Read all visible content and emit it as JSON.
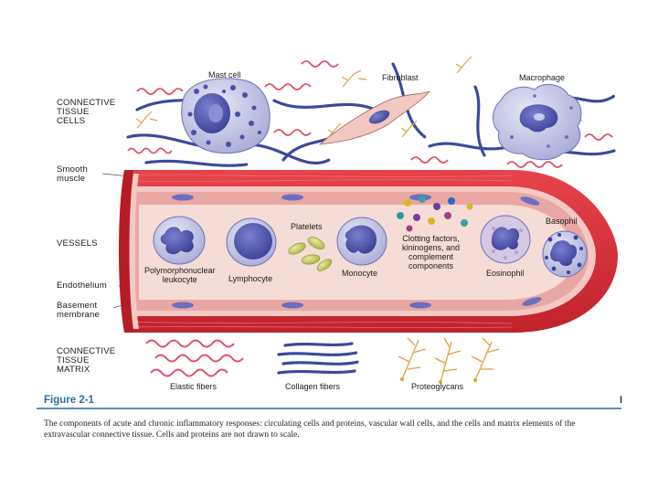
{
  "side_labels": {
    "connective_tissue_cells": [
      "CONNECTIVE",
      "TISSUE",
      "CELLS"
    ],
    "smooth_muscle": [
      "Smooth",
      "muscle"
    ],
    "vessels": "VESSELS",
    "endothelium": "Endothelium",
    "basement_membrane": [
      "Basement",
      "membrane"
    ],
    "connective_tissue_matrix": [
      "CONNECTIVE",
      "TISSUE",
      "MATRIX"
    ]
  },
  "cell_labels": {
    "mast_cell": "Mast cell",
    "fibroblast": "Fibroblast",
    "macrophage": "Macrophage",
    "platelets": "Platelets",
    "clotting": [
      "Clotting factors,",
      "kininogens, and",
      "complement",
      "components"
    ],
    "basophil": "Basophil",
    "pmn": [
      "Polymorphonuclear",
      "leukocyte"
    ],
    "lymphocyte": "Lymphocyte",
    "monocyte": "Monocyte",
    "eosinophil": "Eosinophil"
  },
  "matrix_labels": {
    "elastic": "Elastic fibers",
    "collagen": "Collagen fibers",
    "proteoglycans": "Proteoglycans"
  },
  "figure": {
    "title": "Figure 2-1",
    "page_mark": "I",
    "caption_line1": "The components of acute and chronic inflammatory responses: circulating cells and proteins, vascular wall cells, and the cells and matrix elements of the",
    "caption_line2": "extravascular connective tissue. Cells and proteins are not drawn to scale."
  },
  "colors": {
    "vessel_wall": "#d9313a",
    "lumen": "#f6dcd6",
    "cell_body": "#c9cbe8",
    "nucleus": "#4a4fa8",
    "elastic": "#e0506a",
    "collagen": "#3a4a9a",
    "proteoglycan": "#e0a040",
    "figure_title": "#2a6fa8"
  }
}
